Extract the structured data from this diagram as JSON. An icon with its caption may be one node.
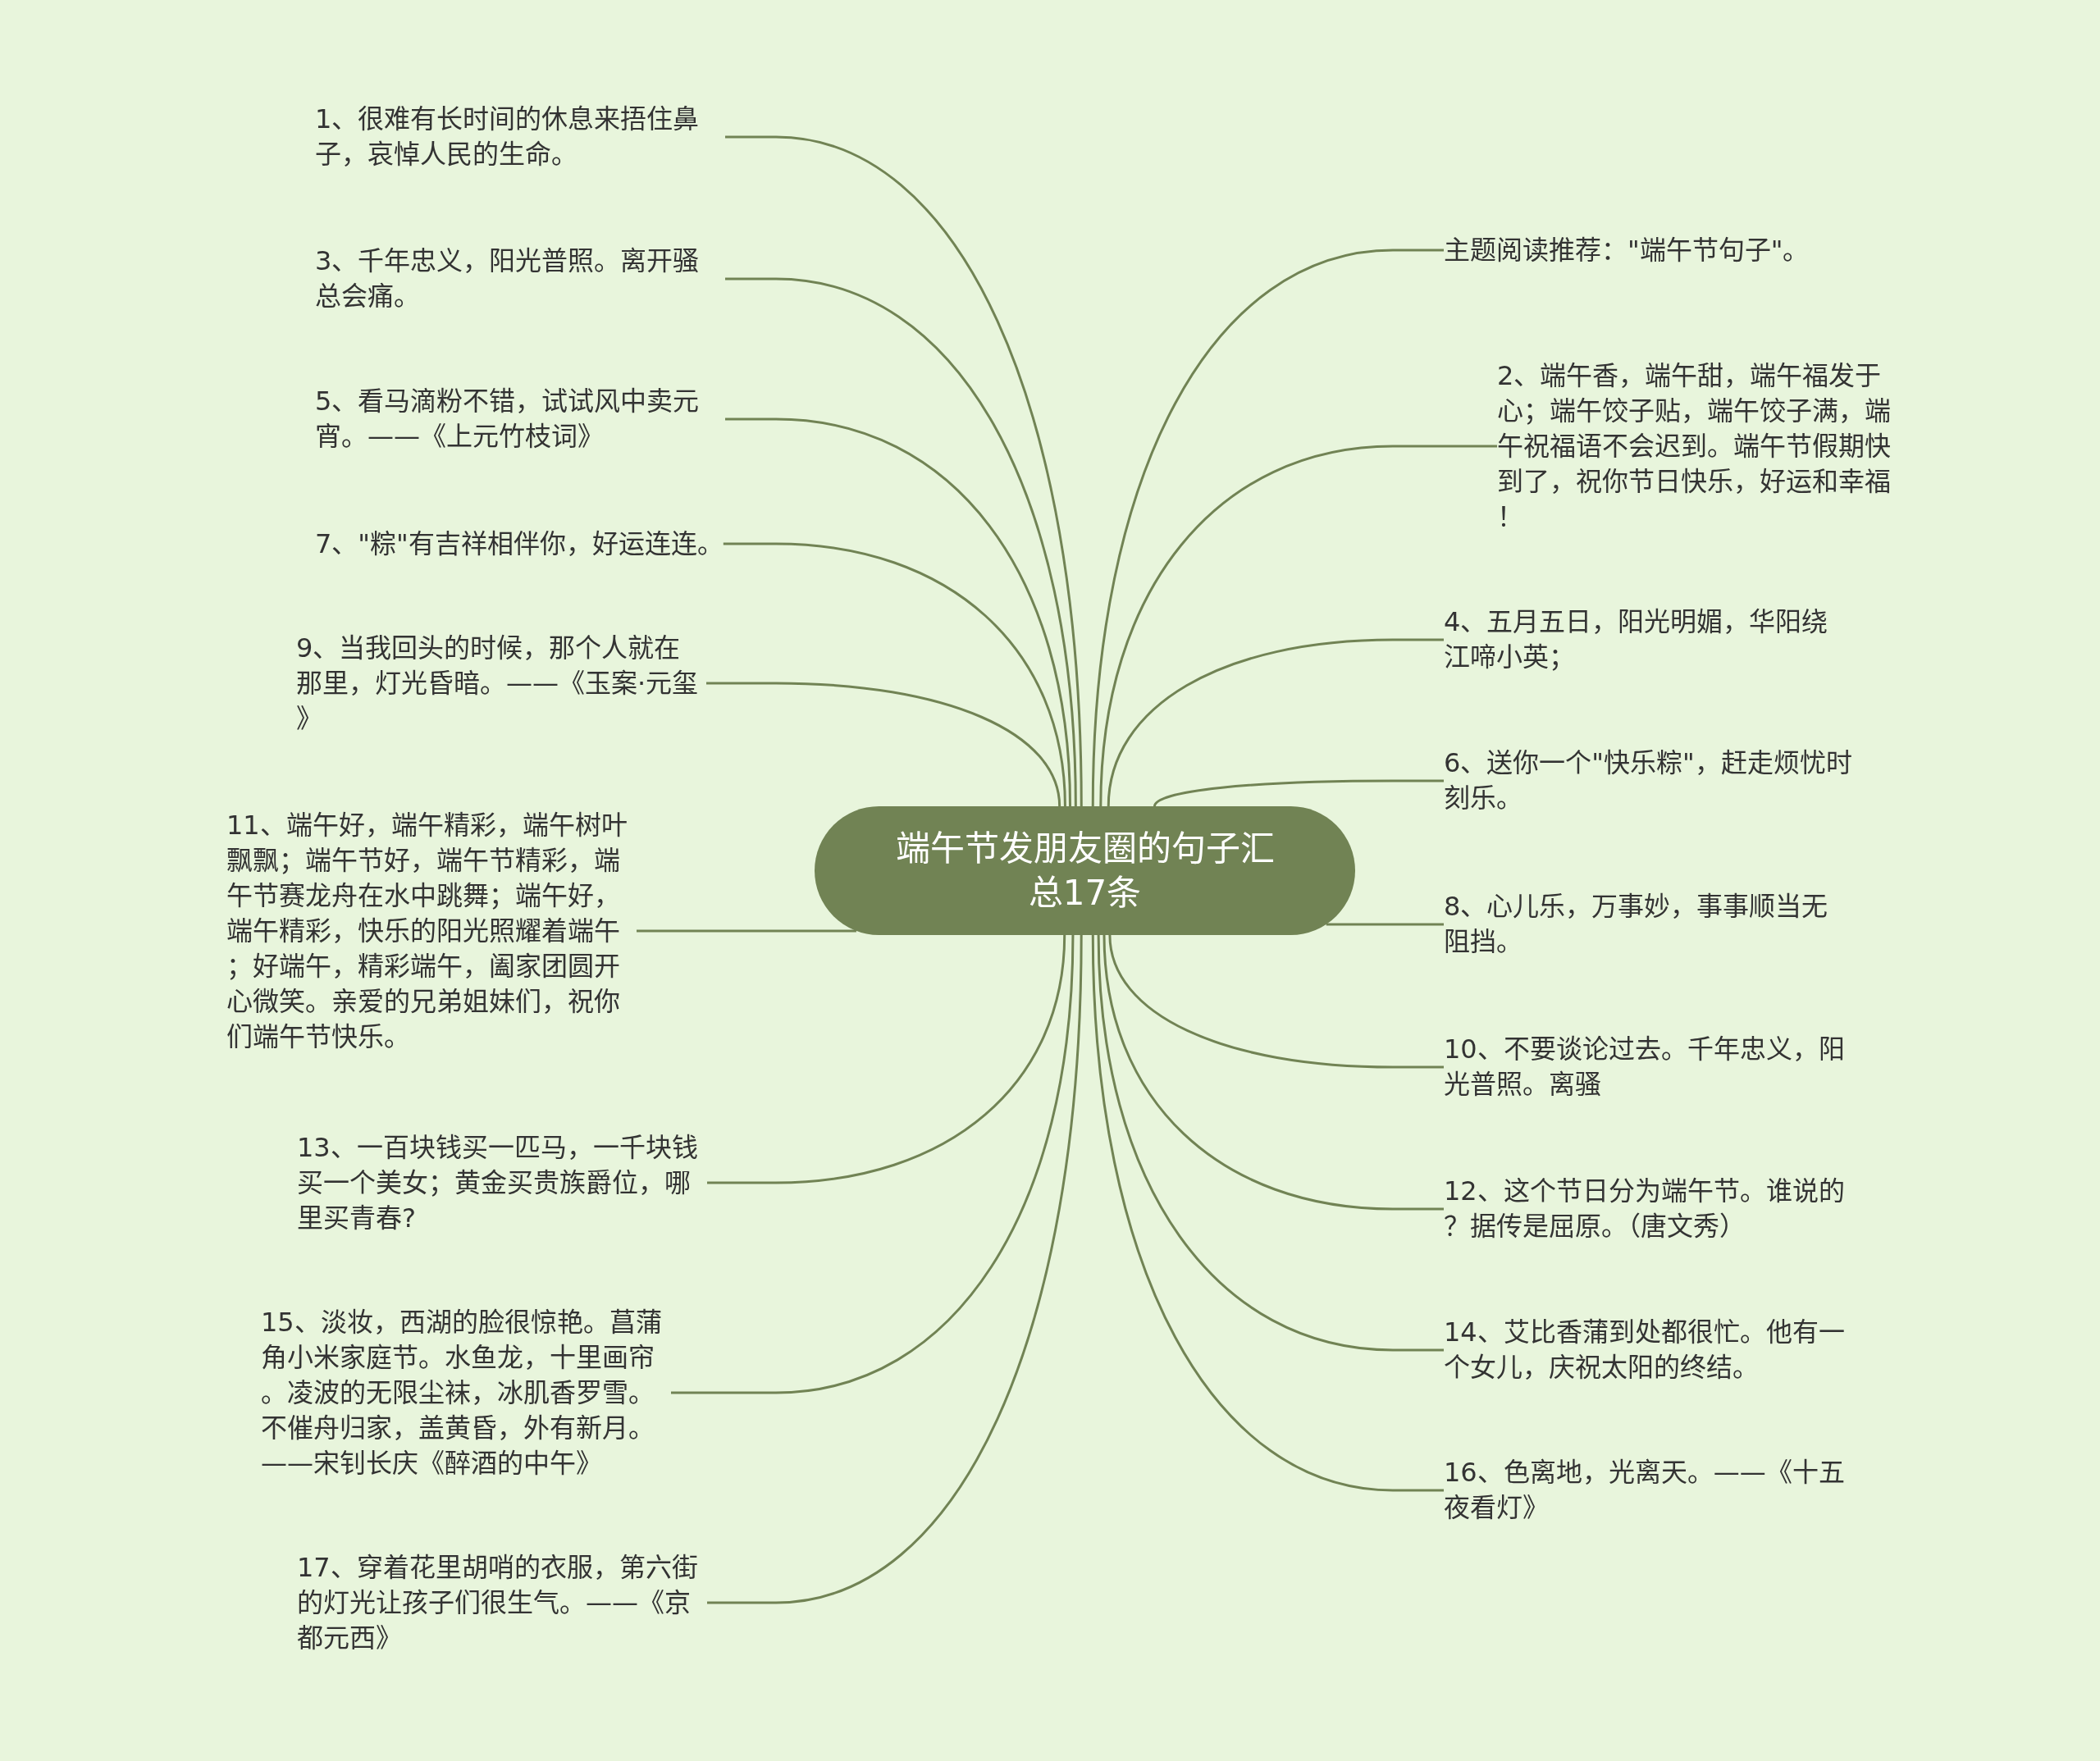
{
  "diagram": {
    "nodes": [
      {
        "text": [
          "端午节发朋友圈的句子汇总17条"
        ]
      },
      {
        "text": [
          "1、很难有长时间的休息来捂住鼻子，哀悼人民的生命。"
        ]
      },
      {
        "text": [
          "3、千年忠义，阳光普照。离开骚总会痛。"
        ]
      },
      {
        "text": [
          "5、看马滴粉不错，试试风中卖元宵。——《上元竹枝词》"
        ]
      },
      {
        "text": [
          "7、\"粽\"有吉祥相伴你，好运连连。"
        ]
      },
      {
        "text": [
          "9、当我回头的时候，那个人就在那里，灯光昏暗。——《玉案·元玺》"
        ]
      },
      {
        "text": [
          "11、端午好，端午精彩，端午树叶飘飘；端午节好，端午节精彩，端午节赛龙舟在水中跳舞；端午好，端午精彩，快乐的阳光照耀着端午；好端午，精彩端午，阖家团圆开心微笑。亲爱的兄弟姐妹们，祝你们端午节快乐。"
        ]
      },
      {
        "text": [
          "13、一百块钱买一匹马，一千块钱买一个美女；黄金买贵族爵位，哪里买青春?"
        ]
      },
      {
        "text": [
          "15、淡妆，西湖的脸很惊艳。菖蒲角小米家庭节。水鱼龙，十里画帘。凌波的无限尘袜，冰肌香罗雪。不催舟归家，盖黄昏，外有新月。——宋钊长庆《醉酒的中午》"
        ]
      },
      {
        "text": [
          "17、穿着花里胡哨的衣服，第六街的灯光让孩子们很生气。——《京都元西》"
        ]
      },
      {
        "text": [
          "主题阅读推荐：\"端午节句子\"。"
        ]
      },
      {
        "text": [
          "2、端午香，端午甜，端午福发于心；端午饺子贴，端午饺子满，端午祝福语不会迟到。端午节假期快到了，祝你节日快乐，好运和幸福！"
        ]
      },
      {
        "text": [
          "4、五月五日，阳光明媚，华阳绕江啼小英；"
        ]
      },
      {
        "text": [
          "6、送你一个\"快乐粽\"，赶走烦忧时刻乐。"
        ]
      },
      {
        "text": [
          "8、心儿乐，万事妙，事事顺当无阻挡。"
        ]
      },
      {
        "text": [
          "10、不要谈论过去。千年忠义，阳光普照。离骚"
        ]
      },
      {
        "text": [
          "12、这个节日分为端午节。谁说的？据传是屈原。（唐文秀）"
        ]
      },
      {
        "text": [
          "14、艾比香蒲到处都很忙。他有一个女儿，庆祝太阳的终结。"
        ]
      },
      {
        "text": [
          "16、色离地，光离天。——《十五夜看灯》"
        ]
      }
    ],
    "edges": [
      {
        "from": 0,
        "to": 1,
        "arrow": "none"
      },
      {
        "from": 0,
        "to": 2,
        "arrow": "none"
      },
      {
        "from": 0,
        "to": 3,
        "arrow": "none"
      },
      {
        "from": 0,
        "to": 4,
        "arrow": "none"
      },
      {
        "from": 0,
        "to": 5,
        "arrow": "none"
      },
      {
        "from": 0,
        "to": 6,
        "arrow": "none"
      },
      {
        "from": 0,
        "to": 7,
        "arrow": "none"
      },
      {
        "from": 0,
        "to": 8,
        "arrow": "none"
      },
      {
        "from": 0,
        "to": 9,
        "arrow": "none"
      },
      {
        "from": 0,
        "to": 10,
        "arrow": "none"
      },
      {
        "from": 0,
        "to": 11,
        "arrow": "none"
      },
      {
        "from": 0,
        "to": 12,
        "arrow": "none"
      },
      {
        "from": 0,
        "to": 13,
        "arrow": "none"
      },
      {
        "from": 0,
        "to": 14,
        "arrow": "none"
      },
      {
        "from": 0,
        "to": 15,
        "arrow": "none"
      },
      {
        "from": 0,
        "to": 16,
        "arrow": "none"
      },
      {
        "from": 0,
        "to": 17,
        "arrow": "none"
      },
      {
        "from": 0,
        "to": 18,
        "arrow": "none"
      }
    ]
  }
}
